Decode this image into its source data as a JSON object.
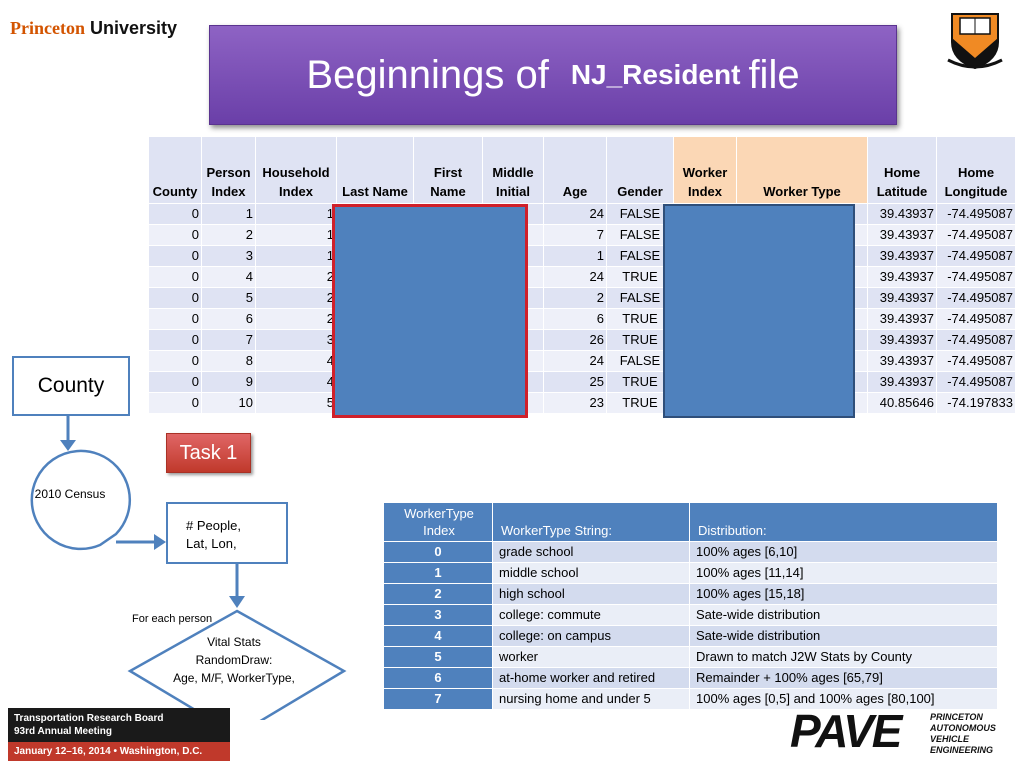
{
  "logo": {
    "part1": "Princeton",
    "part2": "University"
  },
  "title": {
    "part1": "Beginnings of",
    "part2": "NJ_Resident",
    "part3": "file"
  },
  "table": {
    "headers": [
      [
        "",
        "County"
      ],
      [
        "Person",
        "Index"
      ],
      [
        "Household",
        "Index"
      ],
      [
        "",
        "Last Name"
      ],
      [
        "First",
        "Name"
      ],
      [
        "Middle",
        "Initial"
      ],
      [
        "",
        "Age"
      ],
      [
        "",
        "Gender"
      ],
      [
        "Worker",
        "Index"
      ],
      [
        "",
        "Worker Type"
      ],
      [
        "Home",
        "Latitude"
      ],
      [
        "Home",
        "Longitude"
      ]
    ],
    "rows": [
      {
        "county": "0",
        "person": "1",
        "household": "1",
        "age": "24",
        "gender": "FALSE",
        "lat": "39.43937",
        "lon": "-74.495087"
      },
      {
        "county": "0",
        "person": "2",
        "household": "1",
        "age": "7",
        "gender": "FALSE",
        "lat": "39.43937",
        "lon": "-74.495087"
      },
      {
        "county": "0",
        "person": "3",
        "household": "1",
        "age": "1",
        "gender": "FALSE",
        "lat": "39.43937",
        "lon": "-74.495087"
      },
      {
        "county": "0",
        "person": "4",
        "household": "2",
        "age": "24",
        "gender": "TRUE",
        "lat": "39.43937",
        "lon": "-74.495087"
      },
      {
        "county": "0",
        "person": "5",
        "household": "2",
        "age": "2",
        "gender": "FALSE",
        "lat": "39.43937",
        "lon": "-74.495087"
      },
      {
        "county": "0",
        "person": "6",
        "household": "2",
        "age": "6",
        "gender": "TRUE",
        "lat": "39.43937",
        "lon": "-74.495087"
      },
      {
        "county": "0",
        "person": "7",
        "household": "3",
        "age": "26",
        "gender": "TRUE",
        "lat": "39.43937",
        "lon": "-74.495087"
      },
      {
        "county": "0",
        "person": "8",
        "household": "4",
        "age": "24",
        "gender": "FALSE",
        "lat": "39.43937",
        "lon": "-74.495087"
      },
      {
        "county": "0",
        "person": "9",
        "household": "4",
        "age": "25",
        "gender": "TRUE",
        "lat": "39.43937",
        "lon": "-74.495087"
      },
      {
        "county": "0",
        "person": "10",
        "household": "5",
        "age": "23",
        "gender": "TRUE",
        "lat": "40.85646",
        "lon": "-74.197833"
      }
    ]
  },
  "flow": {
    "county": "County",
    "task": "Task 1",
    "census": "2010 Census",
    "people_lines": [
      "# People,",
      "Lat, Lon,"
    ],
    "for_each": "For each person",
    "vital_lines": [
      "Vital Stats",
      "RandomDraw:",
      "Age, M/F, WorkerType,"
    ]
  },
  "worker_types": {
    "headers": {
      "index1": "WorkerType",
      "index2": "Index",
      "string": "WorkerType String:",
      "distribution": "Distribution:"
    },
    "rows": [
      {
        "index": "0",
        "string": "grade school",
        "distribution": "100% ages [6,10]"
      },
      {
        "index": "1",
        "string": "middle school",
        "distribution": "100% ages [11,14]"
      },
      {
        "index": "2",
        "string": "high school",
        "distribution": "100% ages [15,18]"
      },
      {
        "index": "3",
        "string": "college: commute",
        "distribution": "Sate-wide distribution"
      },
      {
        "index": "4",
        "string": "college: on campus",
        "distribution": "Sate-wide distribution"
      },
      {
        "index": "5",
        "string": "worker",
        "distribution": "Drawn to match  J2W Stats by County"
      },
      {
        "index": "6",
        "string": "at-home worker and retired",
        "distribution": "Remainder + 100% ages [65,79]"
      },
      {
        "index": "7",
        "string": "nursing home and under 5",
        "distribution": "100% ages [0,5] and 100% ages [80,100]"
      }
    ]
  },
  "trb": {
    "line1": "Transportation Research Board",
    "line2": "93rd Annual Meeting",
    "line3": "January 12–16, 2014 • Washington, D.C."
  },
  "pave": {
    "word": "PAVE",
    "sub": [
      "PRINCETON",
      "AUTONOMOUS",
      "VEHICLE",
      "ENGINEERING"
    ]
  },
  "colors": {
    "title_bg": "#7b52b8",
    "table_band": "#dfe3f3",
    "accent_blue": "#4f81bd",
    "redact_border": "#d0202a",
    "task_red": "#c0392b",
    "worker_header": "#fbd7b5"
  }
}
